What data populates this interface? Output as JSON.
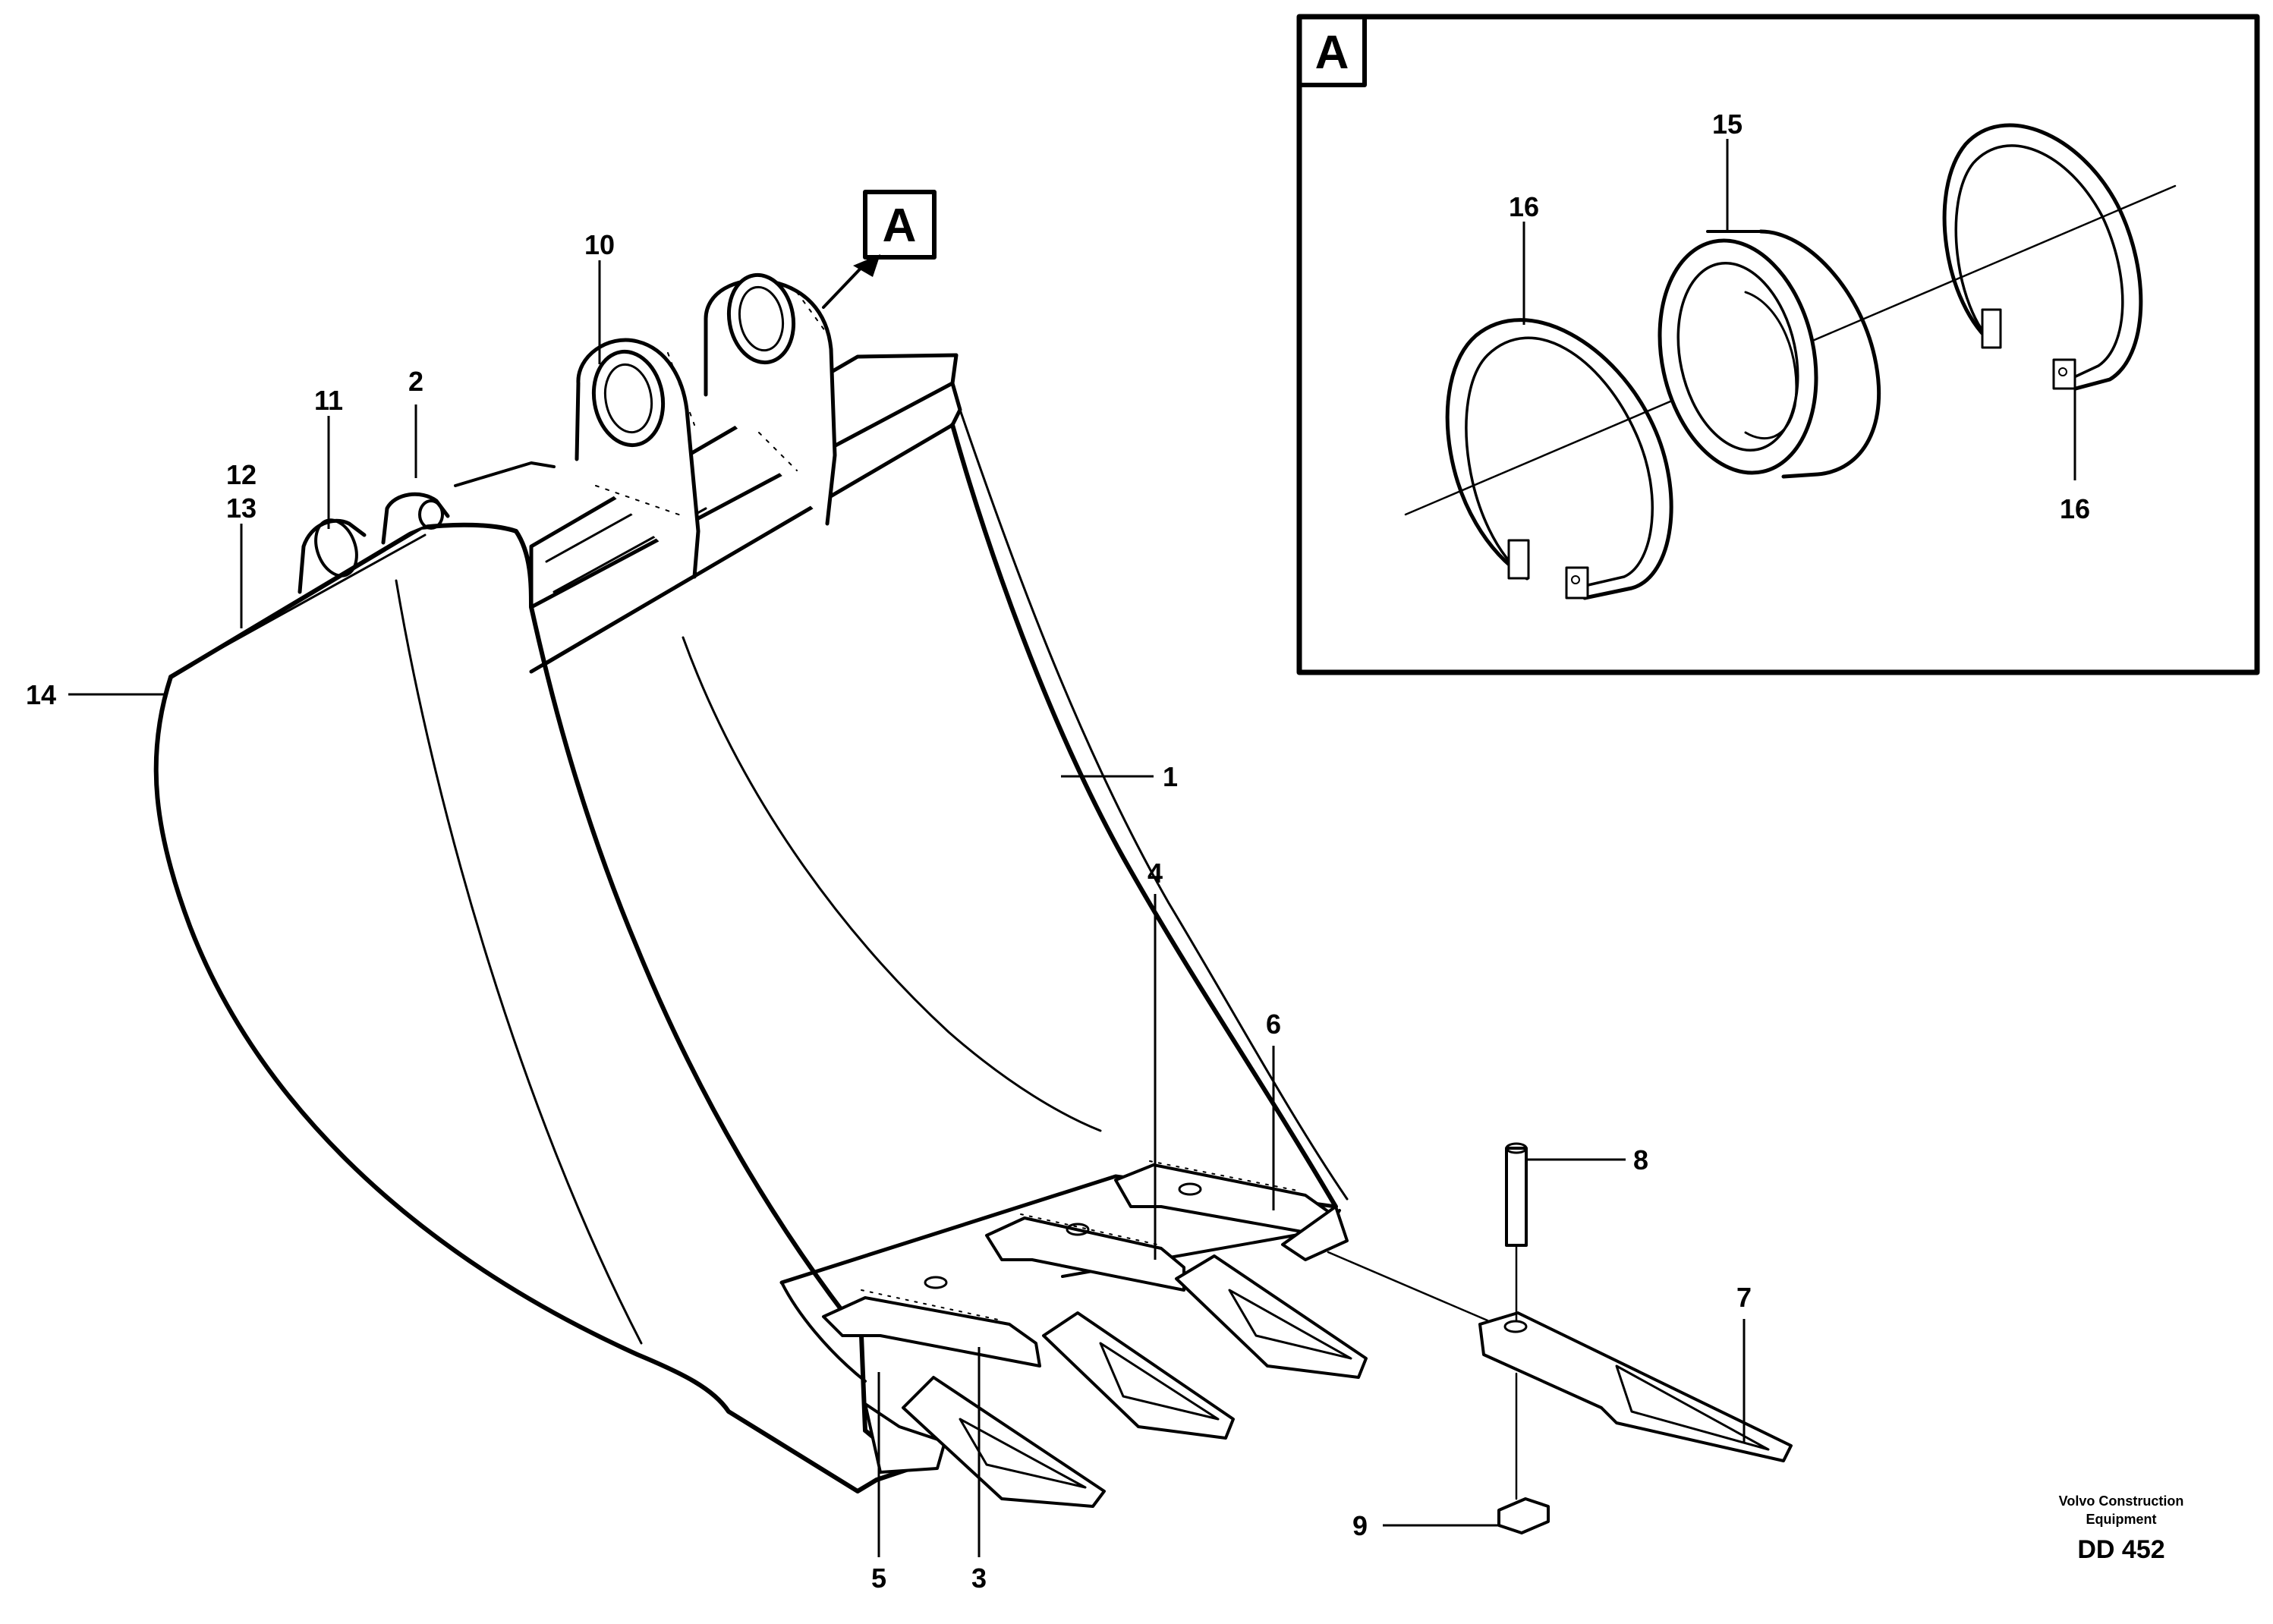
{
  "diagram": {
    "view_marker": "A",
    "detail_view": {
      "label": "A",
      "callouts": [
        "15",
        "16",
        "16"
      ]
    },
    "callouts": [
      {
        "id": "c1",
        "label": "1"
      },
      {
        "id": "c2",
        "label": "2"
      },
      {
        "id": "c3",
        "label": "3"
      },
      {
        "id": "c4",
        "label": "4"
      },
      {
        "id": "c5",
        "label": "5"
      },
      {
        "id": "c6",
        "label": "6"
      },
      {
        "id": "c7",
        "label": "7"
      },
      {
        "id": "c8",
        "label": "8"
      },
      {
        "id": "c9",
        "label": "9"
      },
      {
        "id": "c10",
        "label": "10"
      },
      {
        "id": "c11",
        "label": "11"
      },
      {
        "id": "c12",
        "label": "12"
      },
      {
        "id": "c13",
        "label": "13"
      },
      {
        "id": "c14",
        "label": "14"
      }
    ],
    "credit": {
      "line1": "Volvo Construction",
      "line2": "Equipment",
      "code": "DD 452"
    }
  }
}
